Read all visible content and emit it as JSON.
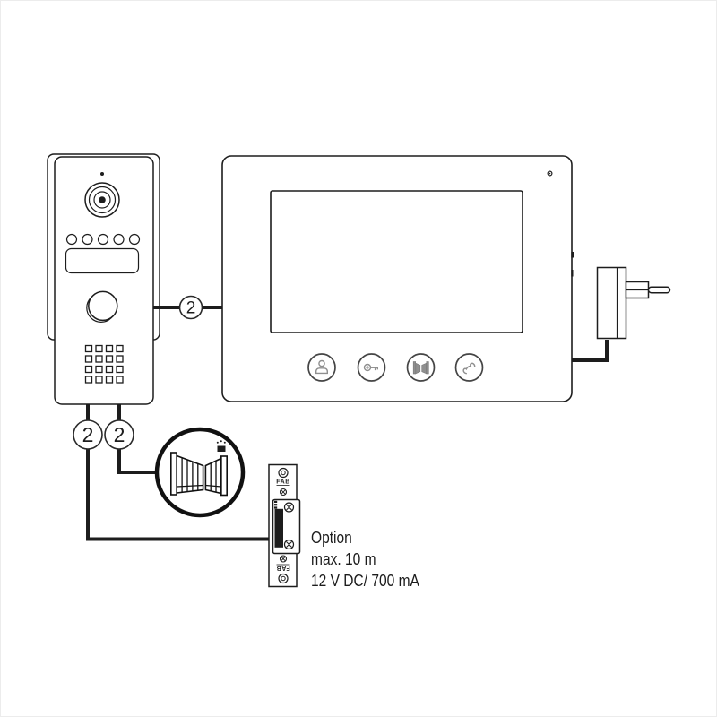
{
  "colors": {
    "line": "#1d1d1d",
    "icon_gray": "#8f8f8f",
    "background": "#ffffff"
  },
  "badges": {
    "monitor_wire": "2",
    "strike_wire": "2",
    "gate_wire": "2"
  },
  "strike": {
    "brand_top": "FAB",
    "brand_bottom": "FAB"
  },
  "note": {
    "line1": "Option",
    "line2": "max. 10 m",
    "line3": "12 V DC/ 700 mA"
  },
  "icons": {
    "door_station": [
      "camera-lens-icon",
      "microphone-dot-icon",
      "led-row",
      "name-plate-window",
      "call-button",
      "speaker-grille"
    ],
    "monitor_buttons": [
      "person-icon",
      "key-icon",
      "gate-icon",
      "phone-icon"
    ],
    "peripherals": [
      "gate-open-icon",
      "flash-lamp-icon",
      "power-plug-icon",
      "door-strike",
      "screw-icon"
    ]
  }
}
